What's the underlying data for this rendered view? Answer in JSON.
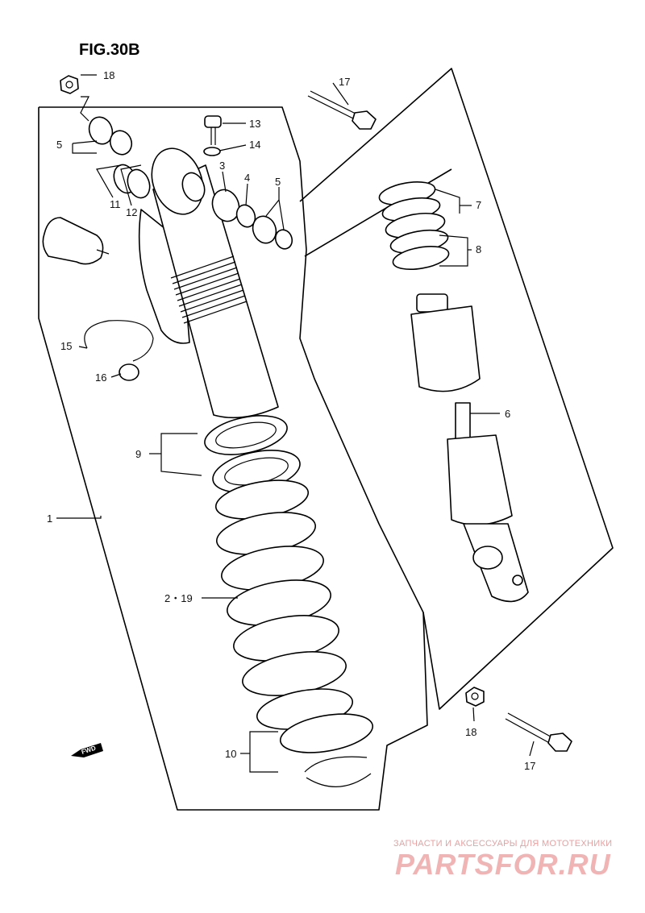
{
  "figure": {
    "title": "FIG.30B"
  },
  "labels": [
    {
      "id": "18a",
      "text": "18"
    },
    {
      "id": "17a",
      "text": "17"
    },
    {
      "id": "13",
      "text": "13"
    },
    {
      "id": "14",
      "text": "14"
    },
    {
      "id": "5a",
      "text": "5"
    },
    {
      "id": "3",
      "text": "3"
    },
    {
      "id": "4",
      "text": "4"
    },
    {
      "id": "5b",
      "text": "5"
    },
    {
      "id": "11",
      "text": "11"
    },
    {
      "id": "12",
      "text": "12"
    },
    {
      "id": "7",
      "text": "7"
    },
    {
      "id": "8",
      "text": "8"
    },
    {
      "id": "15",
      "text": "15"
    },
    {
      "id": "16",
      "text": "16"
    },
    {
      "id": "6",
      "text": "6"
    },
    {
      "id": "9",
      "text": "9"
    },
    {
      "id": "1",
      "text": "1"
    },
    {
      "id": "2_19",
      "text": "2・19"
    },
    {
      "id": "18b",
      "text": "18"
    },
    {
      "id": "17b",
      "text": "17"
    },
    {
      "id": "10",
      "text": "10"
    }
  ],
  "fwd_badge": "FWD",
  "watermark": {
    "caption": "ЗАПЧАСТИ И АКСЕССУАРЫ ДЛЯ МОТОТЕХНИКИ",
    "logo": "PARTSFOR.RU"
  }
}
